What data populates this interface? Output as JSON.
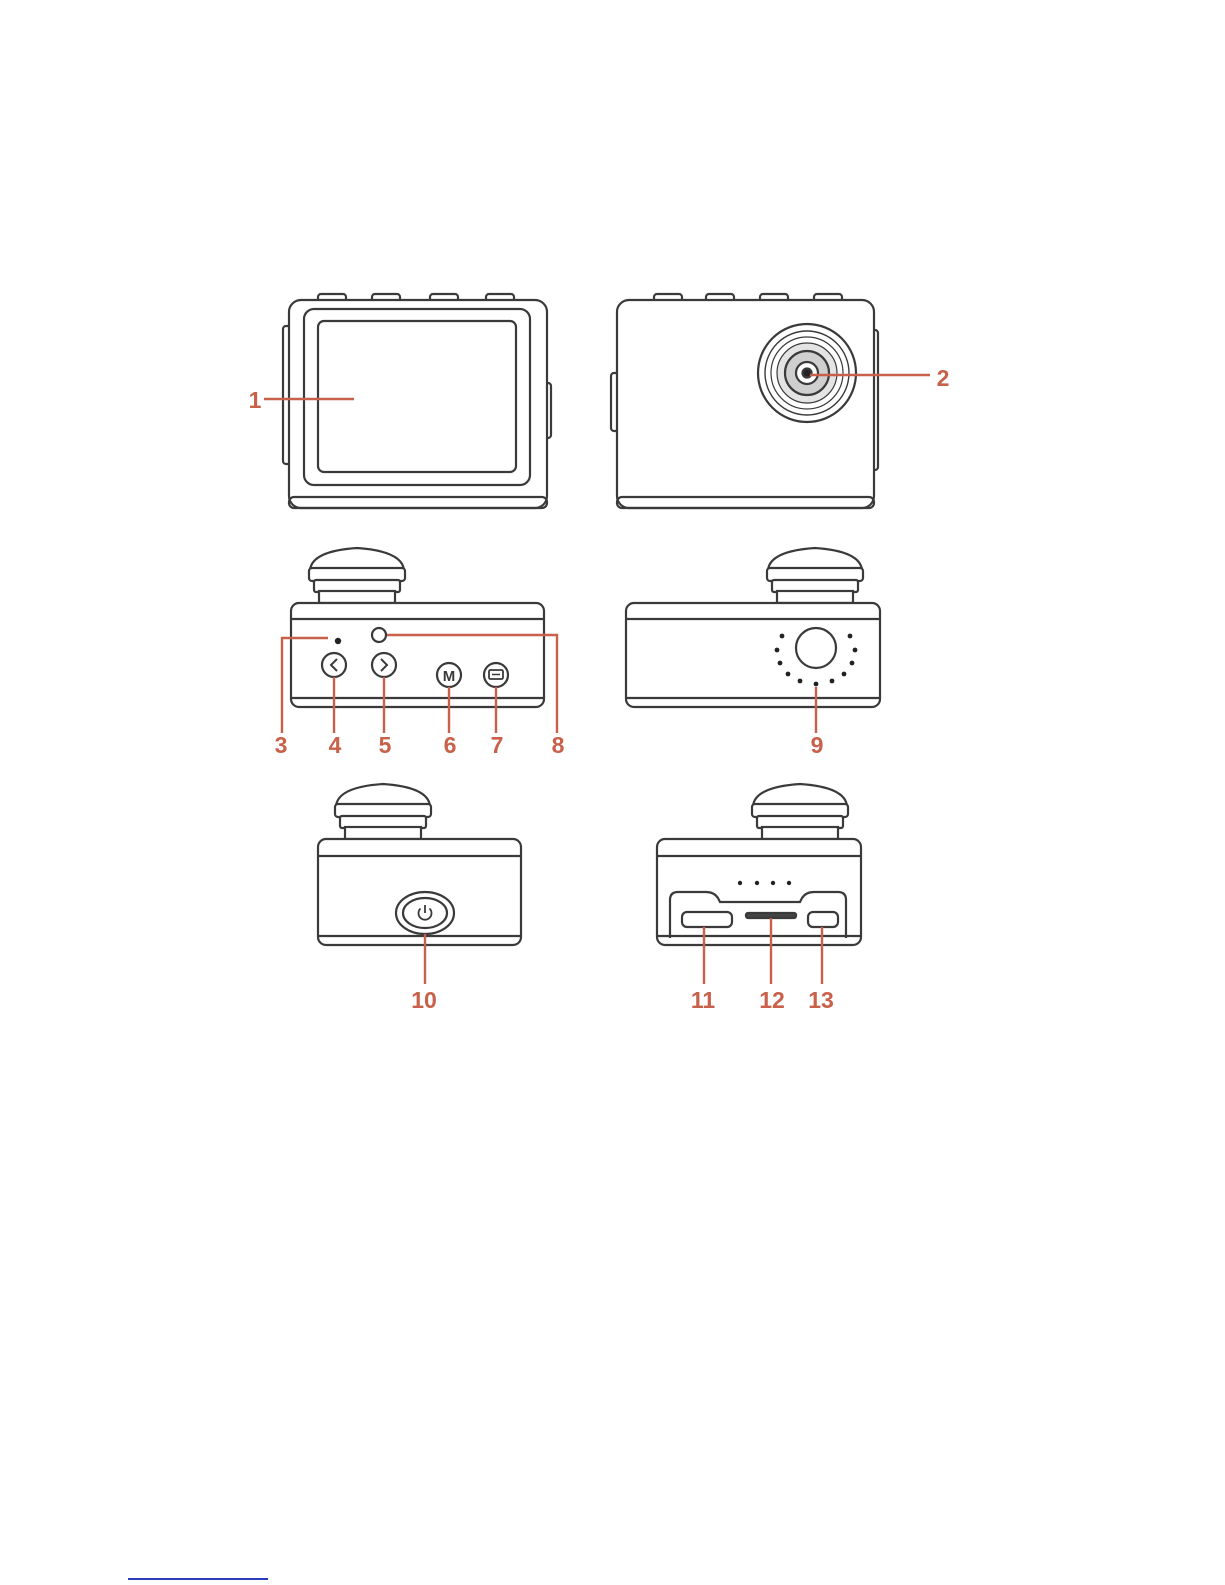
{
  "diagram": {
    "callout_color": "#c8604a",
    "line_color": "#3a3a3a",
    "body_fill": "#ffffff",
    "callouts": {
      "c1": "1",
      "c2": "2",
      "c3": "3",
      "c4": "4",
      "c5": "5",
      "c6": "6",
      "c7": "7",
      "c8": "8",
      "c9": "9",
      "c10": "10",
      "c11": "11",
      "c12": "12",
      "c13": "13"
    },
    "views": [
      "back-view",
      "front-view",
      "top-view",
      "side-view-microphone",
      "side-view-power",
      "bottom-view-ports"
    ],
    "icons": {
      "left_button": "chevron-left-icon",
      "right_button": "chevron-right-icon",
      "mode_button": "M",
      "menu_button": "menu-icon",
      "power_button": "power-icon"
    }
  },
  "footnote": {
    "rule_color": "#2b3bbd"
  }
}
